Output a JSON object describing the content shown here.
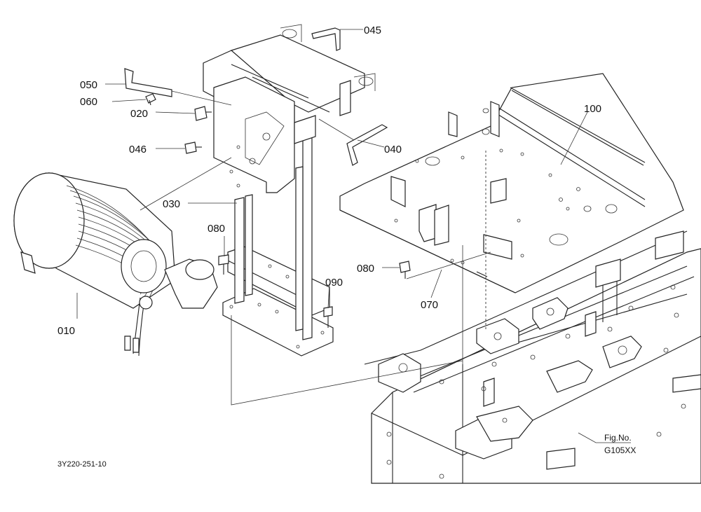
{
  "figure_id": "3Y220-251-10",
  "fig_no": {
    "label": "Fig.No.",
    "code": "G105XX"
  },
  "callouts": [
    {
      "id": "010",
      "text": "010"
    },
    {
      "id": "020",
      "text": "020"
    },
    {
      "id": "030",
      "text": "030"
    },
    {
      "id": "040",
      "text": "040"
    },
    {
      "id": "045",
      "text": "045"
    },
    {
      "id": "046",
      "text": "046"
    },
    {
      "id": "050",
      "text": "050"
    },
    {
      "id": "060",
      "text": "060"
    },
    {
      "id": "070",
      "text": "070"
    },
    {
      "id": "080a",
      "text": "080"
    },
    {
      "id": "080b",
      "text": "080"
    },
    {
      "id": "090",
      "text": "090"
    },
    {
      "id": "100",
      "text": "100"
    }
  ]
}
